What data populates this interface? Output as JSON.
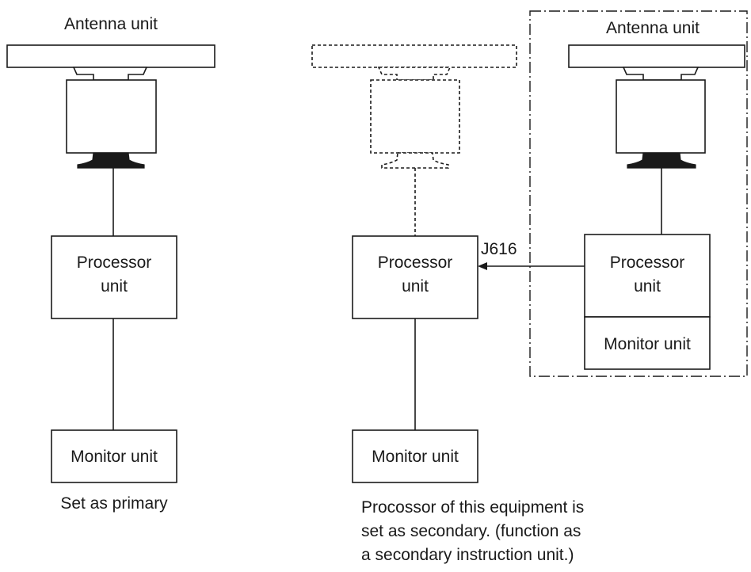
{
  "left": {
    "antenna_label": "Antenna unit",
    "processor_line1": "Processor",
    "processor_line2": "unit",
    "monitor_label": "Monitor unit",
    "caption": "Set as primary"
  },
  "middle": {
    "processor_line1": "Processor",
    "processor_line2": "unit",
    "monitor_label": "Monitor unit",
    "caption_line1": "Procossor of this equipment is",
    "caption_line2": "set as secondary. (function as",
    "caption_line3": "a secondary instruction unit.)",
    "connector_label": "J616"
  },
  "right": {
    "antenna_label": "Antenna unit",
    "processor_line1": "Processor",
    "processor_line2": "unit",
    "monitor_label": "Monitor unit"
  }
}
